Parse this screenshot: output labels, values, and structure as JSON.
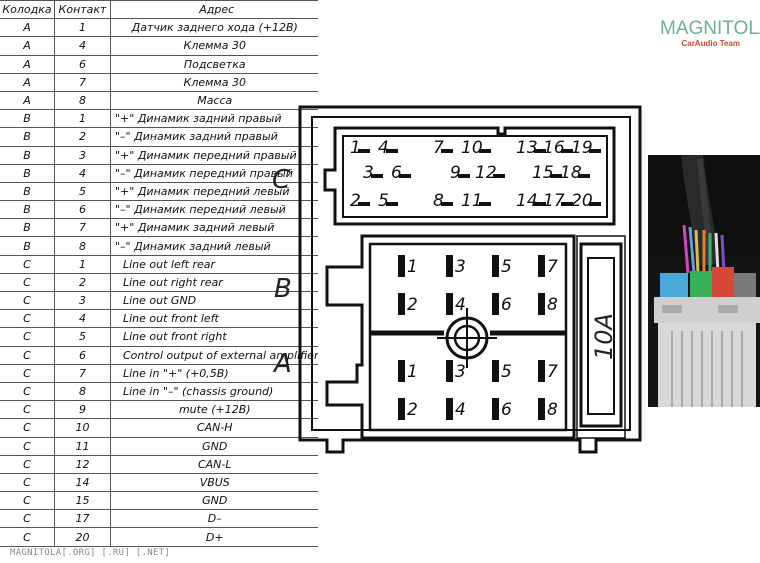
{
  "table": {
    "headers": [
      "Колодка",
      "Контакт",
      "Адрес"
    ],
    "rows": [
      {
        "block": "A",
        "pin": "1",
        "address": "Датчик заднего хода (+12В)"
      },
      {
        "block": "A",
        "pin": "4",
        "address": "Клемма 30"
      },
      {
        "block": "A",
        "pin": "6",
        "address": "Подсветка"
      },
      {
        "block": "A",
        "pin": "7",
        "address": "Клемма 30"
      },
      {
        "block": "A",
        "pin": "8",
        "address": "Масса"
      },
      {
        "block": "B",
        "pin": "1",
        "address": "\"+\" Динамик задний правый"
      },
      {
        "block": "B",
        "pin": "2",
        "address": "\"–\" Динамик задний правый"
      },
      {
        "block": "B",
        "pin": "3",
        "address": "\"+\" Динамик передний правый"
      },
      {
        "block": "B",
        "pin": "4",
        "address": "\"–\" Динамик передний правый"
      },
      {
        "block": "B",
        "pin": "5",
        "address": "\"+\" Динамик передний левый"
      },
      {
        "block": "B",
        "pin": "6",
        "address": "\"–\" Динамик передний левый"
      },
      {
        "block": "B",
        "pin": "7",
        "address": "\"+\" Динамик задний левый"
      },
      {
        "block": "B",
        "pin": "8",
        "address": "\"–\" Динамик задний левый"
      },
      {
        "block": "C",
        "pin": "1",
        "address": "Line out left rear"
      },
      {
        "block": "C",
        "pin": "2",
        "address": "Line out right rear"
      },
      {
        "block": "C",
        "pin": "3",
        "address": "Line out GND"
      },
      {
        "block": "C",
        "pin": "4",
        "address": "Line out front left"
      },
      {
        "block": "C",
        "pin": "5",
        "address": "Line out front right"
      },
      {
        "block": "C",
        "pin": "6",
        "address": "Control output of external amplifier"
      },
      {
        "block": "C",
        "pin": "7",
        "address": "Line in \"+\" (+0,5В)"
      },
      {
        "block": "C",
        "pin": "8",
        "address": "Line in \"–\" (chassis ground)"
      },
      {
        "block": "C",
        "pin": "9",
        "address": "mute (+12В)"
      },
      {
        "block": "C",
        "pin": "10",
        "address": "CAN-H"
      },
      {
        "block": "C",
        "pin": "11",
        "address": "GND"
      },
      {
        "block": "C",
        "pin": "12",
        "address": "CAN-L"
      },
      {
        "block": "C",
        "pin": "14",
        "address": "VBUS"
      },
      {
        "block": "C",
        "pin": "15",
        "address": "GND"
      },
      {
        "block": "C",
        "pin": "17",
        "address": "D–"
      },
      {
        "block": "C",
        "pin": "20",
        "address": "D+"
      }
    ]
  },
  "diagram": {
    "label_c": "C",
    "label_b": "B",
    "label_a": "A",
    "fuse_label": "10A",
    "c_pins": {
      "row1": [
        "1",
        "4",
        "7",
        "10",
        "13",
        "16",
        "19"
      ],
      "row2": [
        "3",
        "6",
        "9",
        "12",
        "15",
        "18"
      ],
      "row3": [
        "2",
        "5",
        "8",
        "11",
        "14",
        "17",
        "20"
      ]
    },
    "b_pins": {
      "row1": [
        "1",
        "3",
        "5",
        "7"
      ],
      "row2": [
        "2",
        "4",
        "6",
        "8"
      ]
    },
    "a_pins": {
      "row1": [
        "1",
        "3",
        "5",
        "7"
      ],
      "row2": [
        "2",
        "4",
        "6",
        "8"
      ]
    }
  },
  "logo": {
    "main": "MAGNITOLA",
    "sub": "CarAudio Team",
    "color": "#4a9a7e",
    "sub_color": "#c44a3a"
  },
  "footer": "MAGNITOLA[.ORG] [.RU] [.NET]",
  "photo_icon": "car-radio-connector-photo"
}
